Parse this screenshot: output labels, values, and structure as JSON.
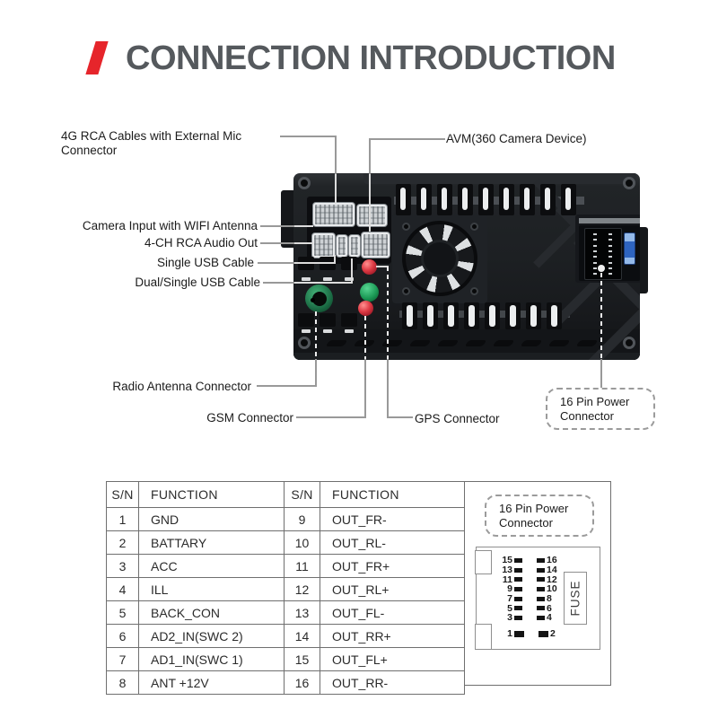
{
  "title": "CONNECTION INTRODUCTION",
  "colors": {
    "accent": "#e6252b",
    "title_text": "#55595d",
    "line_gray": "#999999"
  },
  "labels": {
    "rca4g": "4G RCA Cables with External Mic Connector",
    "avm": "AVM(360 Camera Device)",
    "camera": "Camera Input with WIFI Antenna",
    "rca_audio": "4-CH RCA Audio Out",
    "single_usb": "Single USB Cable",
    "dual_usb": "Dual/Single USB Cable",
    "radio_antenna": "Radio Antenna Connector",
    "gsm": "GSM Connector",
    "gps": "GPS Connector",
    "power_connector": "16 Pin Power Connector"
  },
  "pin_table": {
    "headers": [
      "S/N",
      "FUNCTION",
      "S/N",
      "FUNCTION"
    ],
    "rows": [
      [
        "1",
        "GND",
        "9",
        "OUT_FR-"
      ],
      [
        "2",
        "BATTARY",
        "10",
        "OUT_RL-"
      ],
      [
        "3",
        "ACC",
        "11",
        "OUT_FR+"
      ],
      [
        "4",
        "ILL",
        "12",
        "OUT_RL+"
      ],
      [
        "5",
        "BACK_CON",
        "13",
        "OUT_FL-"
      ],
      [
        "6",
        "AD2_IN(SWC 2)",
        "14",
        "OUT_RR+"
      ],
      [
        "7",
        "AD1_IN(SWC 1)",
        "15",
        "OUT_FL+"
      ],
      [
        "8",
        "ANT +12V",
        "16",
        "OUT_RR-"
      ]
    ]
  },
  "pin_diagram": {
    "title": "16 Pin Power Connector",
    "fuse": "FUSE",
    "left_pins": [
      "15",
      "13",
      "11",
      "9",
      "7",
      "5",
      "3",
      "1"
    ],
    "right_pins": [
      "16",
      "14",
      "12",
      "10",
      "8",
      "6",
      "4",
      "2"
    ]
  }
}
